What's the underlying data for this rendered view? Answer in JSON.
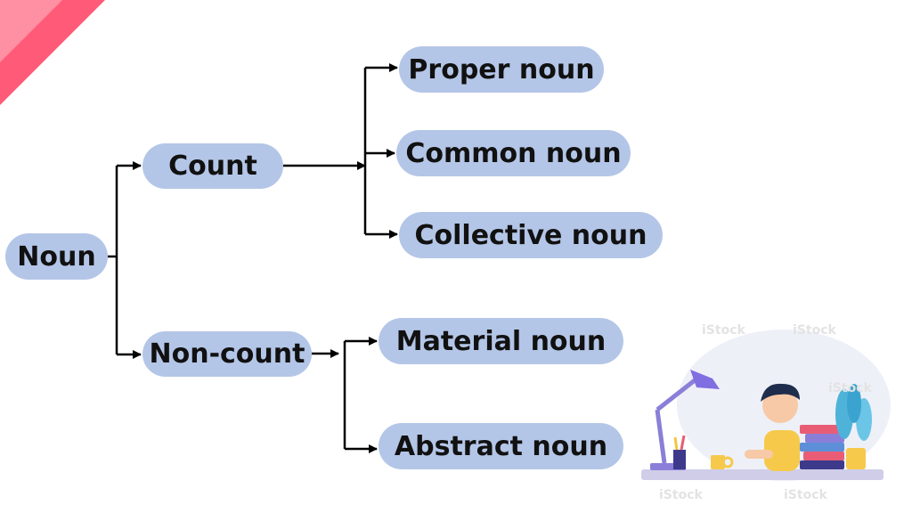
{
  "colors": {
    "node_fill": "#b4c6e7",
    "accent": "#ff5b78",
    "arrow": "#000000"
  },
  "diagram": {
    "nodes": {
      "noun": "Noun",
      "count": "Count",
      "non_count": "Non-count",
      "proper": "Proper noun",
      "common": "Common noun",
      "collective": "Collective noun",
      "material": "Material noun",
      "abstract": "Abstract noun"
    }
  },
  "illustration": {
    "description_icon": "student-studying-illustration",
    "watermark": "iStock"
  }
}
